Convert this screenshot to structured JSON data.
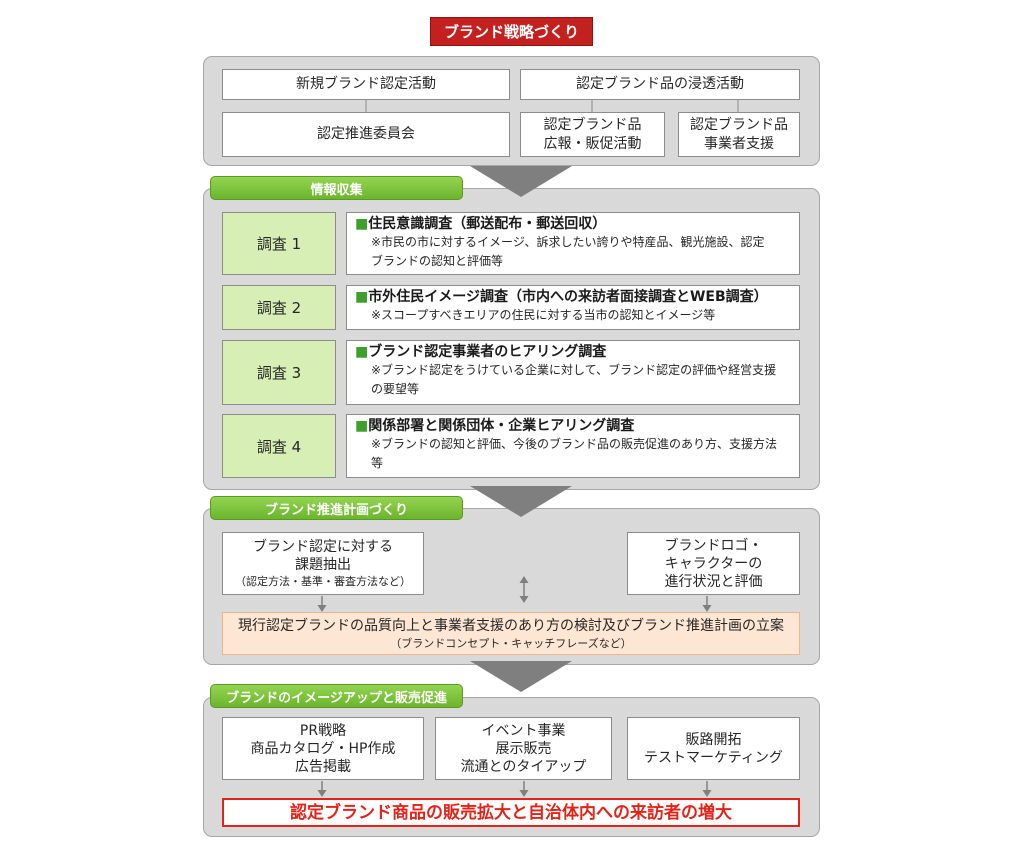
{
  "title": "ブランド戦略づくり",
  "strategy": {
    "new_brand": "新規ブランド認定活動",
    "penetration": "認定ブランド品の浸透活動",
    "committee": "認定推進委員会",
    "pr_sales": [
      "認定ブランド品",
      "広報・販促活動"
    ],
    "business_support": [
      "認定ブランド品",
      "事業者支援"
    ]
  },
  "info_collection": {
    "tab": "情報収集",
    "bullet": "■",
    "surveys": [
      {
        "label": "調査 1",
        "heading": "住民意識調査（郵送配布・郵送回収）",
        "note": [
          "※市民の市に対するイメージ、訴求したい誇りや特産品、観光施設、認定",
          "ブランドの認知と評価等"
        ]
      },
      {
        "label": "調査 2",
        "heading": "市外住民イメージ調査（市内への来訪者面接調査とWEB調査）",
        "note": [
          "※スコープすべきエリアの住民に対する当市の認知とイメージ等"
        ]
      },
      {
        "label": "調査 3",
        "heading": "ブランド認定事業者のヒアリング調査",
        "note": [
          "※ブランド認定をうけている企業に対して、ブランド認定の評価や経営支援",
          "の要望等"
        ]
      },
      {
        "label": "調査 4",
        "heading": "関係部署と関係団体・企業ヒアリング調査",
        "note": [
          "※ブランドの認知と評価、今後のブランド品の販売促進のあり方、支援方法",
          "等"
        ]
      }
    ]
  },
  "planning": {
    "tab": "ブランド推進計画づくり",
    "issues": [
      "ブランド認定に対する",
      "課題抽出"
    ],
    "issues_note": "（認定方法・基準・審査方法など）",
    "logo": [
      "ブランドロゴ・",
      "キャラクターの",
      "進行状況と評価"
    ],
    "plan": "現行認定ブランドの品質向上と事業者支援のあり方の検討及びブランド推進計画の立案",
    "plan_note": "（ブランドコンセプト・キャッチフレーズなど）"
  },
  "promotion": {
    "tab": "ブランドのイメージアップと販売促進",
    "pr": [
      "PR戦略",
      "商品カタログ・HP作成",
      "広告掲載"
    ],
    "event": [
      "イベント事業",
      "展示販売",
      "流通とのタイアップ"
    ],
    "channel": [
      "販路開拓",
      "テストマーケティング"
    ],
    "goal": "認定ブランド商品の販売拡大と自治体内への来訪者の増大"
  },
  "colors": {
    "title_bg": "#c3201f",
    "tab_green": "#6cb52d",
    "tab_green_light": "#93d451",
    "panel_bg": "#d9d9d9",
    "survey_label_bg": "#d7efb4",
    "bullet_green": "#3f9f2c",
    "plan_bg": "#fde6d4",
    "plan_border": "#f1b58c",
    "goal_red": "#e2231a",
    "arrow_gray": "#7f7f7f"
  }
}
